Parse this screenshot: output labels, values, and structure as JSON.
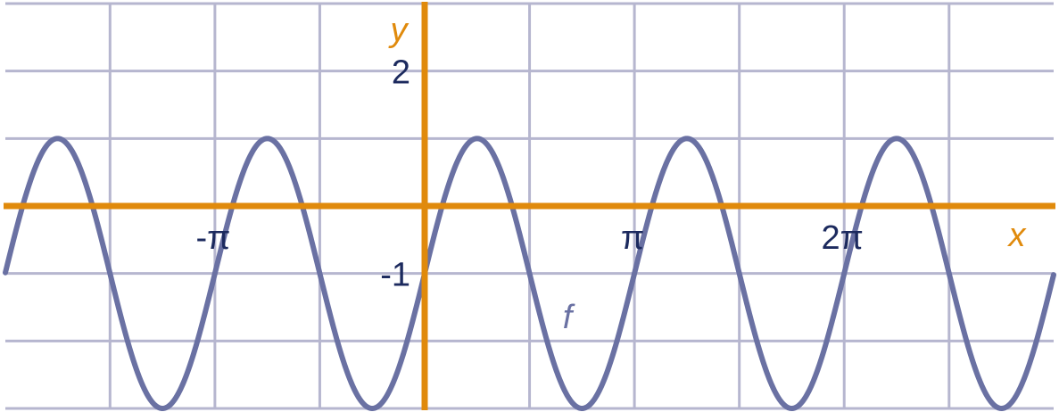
{
  "chart_data": {
    "type": "line",
    "title": "",
    "xlabel": "x",
    "ylabel": "y",
    "xlim": [
      -6.28,
      9.42
    ],
    "ylim": [
      -3,
      3
    ],
    "x_tick_values": [
      -3.14159,
      3.14159,
      6.28319
    ],
    "x_tick_labels": [
      "-π",
      "π",
      "2π"
    ],
    "y_tick_values": [
      2,
      -1
    ],
    "y_tick_labels": [
      "2",
      "-1"
    ],
    "grid": true,
    "series": [
      {
        "name": "f",
        "function": "2*sin(2x) - 1",
        "amplitude": 2,
        "angular_frequency": 2,
        "vertical_shift": -1
      }
    ]
  },
  "colors": {
    "grid": "#b6b6cf",
    "axes": "#e08a0c",
    "curve": "#6a71a3",
    "tick_text": "#1c2a5e"
  }
}
